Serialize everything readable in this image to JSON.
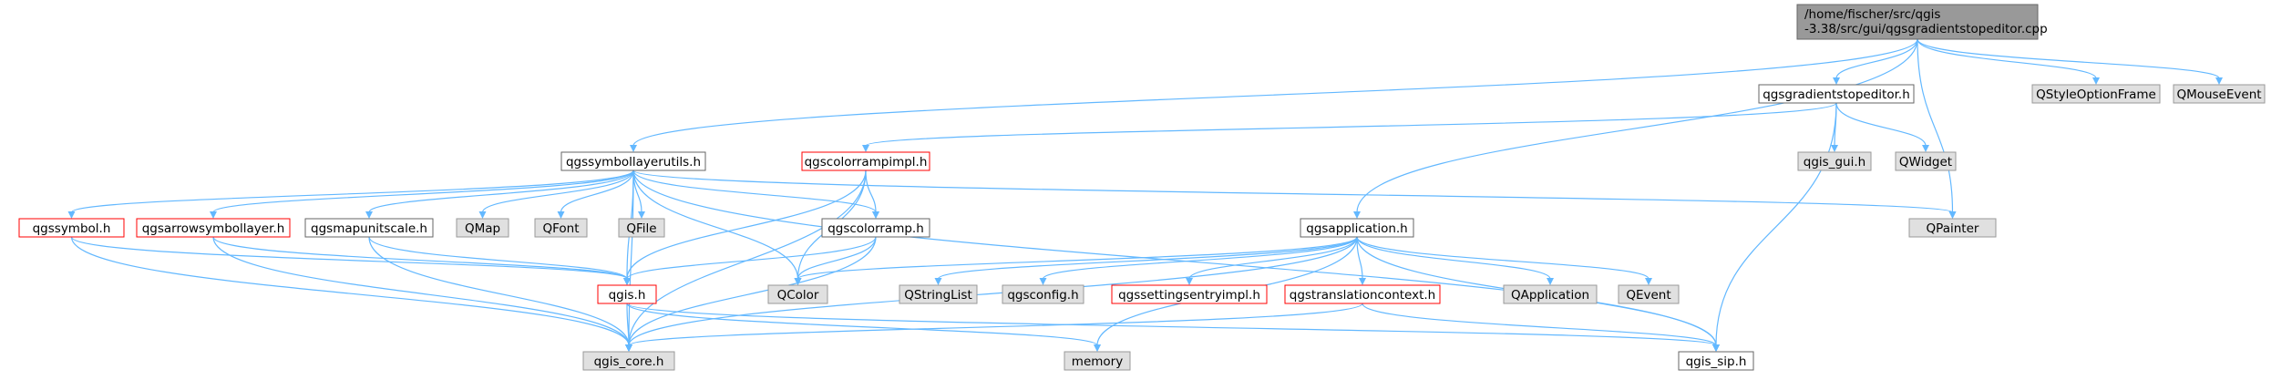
{
  "colors": {
    "edge": "#63b8ff",
    "root_fill": "#999999",
    "root_stroke": "#666666",
    "documented_fill": "#ffffff",
    "documented_stroke": "#666666",
    "external_fill": "#e0e0e0",
    "external_stroke": "#999999",
    "incomplete_fill": "#ffffff",
    "incomplete_stroke": "#ff0000"
  },
  "nodes": [
    {
      "id": "root",
      "label": "/home/fischer/src/qgis\n-3.38/src/gui/qgsgradientstopeditor.cpp",
      "kind": "root"
    },
    {
      "id": "gradientstopeditor_h",
      "label": "qgsgradientstopeditor.h",
      "kind": "documented"
    },
    {
      "id": "qstyleoptionframe",
      "label": "QStyleOptionFrame",
      "kind": "external"
    },
    {
      "id": "qmouseevent",
      "label": "QMouseEvent",
      "kind": "external"
    },
    {
      "id": "symbollayerutils_h",
      "label": "qgssymbollayerutils.h",
      "kind": "documented"
    },
    {
      "id": "colorrampimpl_h",
      "label": "qgscolorrampimpl.h",
      "kind": "incomplete"
    },
    {
      "id": "qgis_gui_h",
      "label": "qgis_gui.h",
      "kind": "external"
    },
    {
      "id": "qwidget",
      "label": "QWidget",
      "kind": "external"
    },
    {
      "id": "qgssymbol_h",
      "label": "qgssymbol.h",
      "kind": "incomplete"
    },
    {
      "id": "arrowsymbollayer_h",
      "label": "qgsarrowsymbollayer.h",
      "kind": "incomplete"
    },
    {
      "id": "mapunitscale_h",
      "label": "qgsmapunitscale.h",
      "kind": "documented"
    },
    {
      "id": "qmap",
      "label": "QMap",
      "kind": "external"
    },
    {
      "id": "qfont",
      "label": "QFont",
      "kind": "external"
    },
    {
      "id": "qfile",
      "label": "QFile",
      "kind": "external"
    },
    {
      "id": "colorramp_h",
      "label": "qgscolorramp.h",
      "kind": "documented"
    },
    {
      "id": "application_h",
      "label": "qgsapplication.h",
      "kind": "documented"
    },
    {
      "id": "qpainter",
      "label": "QPainter",
      "kind": "external"
    },
    {
      "id": "qgis_h",
      "label": "qgis.h",
      "kind": "incomplete"
    },
    {
      "id": "qcolor",
      "label": "QColor",
      "kind": "external"
    },
    {
      "id": "qstringlist",
      "label": "QStringList",
      "kind": "external"
    },
    {
      "id": "qgsconfig_h",
      "label": "qgsconfig.h",
      "kind": "external"
    },
    {
      "id": "settingsentryimpl_h",
      "label": "qgssettingsentryimpl.h",
      "kind": "incomplete"
    },
    {
      "id": "translationcontext_h",
      "label": "qgstranslationcontext.h",
      "kind": "incomplete"
    },
    {
      "id": "qapplication",
      "label": "QApplication",
      "kind": "external"
    },
    {
      "id": "qevent",
      "label": "QEvent",
      "kind": "external"
    },
    {
      "id": "qgis_core_h",
      "label": "qgis_core.h",
      "kind": "external"
    },
    {
      "id": "memory",
      "label": "memory",
      "kind": "external"
    },
    {
      "id": "qgis_sip_h",
      "label": "qgis_sip.h",
      "kind": "documented"
    }
  ],
  "edges": [
    [
      "root",
      "gradientstopeditor_h"
    ],
    [
      "root",
      "qstyleoptionframe"
    ],
    [
      "root",
      "qmouseevent"
    ],
    [
      "root",
      "symbollayerutils_h"
    ],
    [
      "root",
      "application_h"
    ],
    [
      "root",
      "qpainter"
    ],
    [
      "gradientstopeditor_h",
      "colorrampimpl_h"
    ],
    [
      "gradientstopeditor_h",
      "qgis_gui_h"
    ],
    [
      "gradientstopeditor_h",
      "qwidget"
    ],
    [
      "gradientstopeditor_h",
      "qgis_sip_h"
    ],
    [
      "symbollayerutils_h",
      "qgssymbol_h"
    ],
    [
      "symbollayerutils_h",
      "arrowsymbollayer_h"
    ],
    [
      "symbollayerutils_h",
      "mapunitscale_h"
    ],
    [
      "symbollayerutils_h",
      "qmap"
    ],
    [
      "symbollayerutils_h",
      "qfont"
    ],
    [
      "symbollayerutils_h",
      "qfile"
    ],
    [
      "symbollayerutils_h",
      "colorramp_h"
    ],
    [
      "symbollayerutils_h",
      "qgis_h"
    ],
    [
      "symbollayerutils_h",
      "qcolor"
    ],
    [
      "symbollayerutils_h",
      "qpainter"
    ],
    [
      "symbollayerutils_h",
      "qgis_core_h"
    ],
    [
      "symbollayerutils_h",
      "qgis_sip_h"
    ],
    [
      "colorrampimpl_h",
      "colorramp_h"
    ],
    [
      "colorrampimpl_h",
      "qcolor"
    ],
    [
      "colorrampimpl_h",
      "qgis_h"
    ],
    [
      "colorrampimpl_h",
      "qgis_core_h"
    ],
    [
      "qgssymbol_h",
      "qgis_h"
    ],
    [
      "qgssymbol_h",
      "qgis_core_h"
    ],
    [
      "arrowsymbollayer_h",
      "qgis_h"
    ],
    [
      "arrowsymbollayer_h",
      "qgis_core_h"
    ],
    [
      "mapunitscale_h",
      "qgis_h"
    ],
    [
      "mapunitscale_h",
      "qgis_core_h"
    ],
    [
      "colorramp_h",
      "qgis_h"
    ],
    [
      "colorramp_h",
      "qcolor"
    ],
    [
      "colorramp_h",
      "qgis_core_h"
    ],
    [
      "application_h",
      "qcolor"
    ],
    [
      "application_h",
      "qstringlist"
    ],
    [
      "application_h",
      "qgsconfig_h"
    ],
    [
      "application_h",
      "settingsentryimpl_h"
    ],
    [
      "application_h",
      "translationcontext_h"
    ],
    [
      "application_h",
      "qapplication"
    ],
    [
      "application_h",
      "qevent"
    ],
    [
      "application_h",
      "qgis_core_h"
    ],
    [
      "application_h",
      "memory"
    ],
    [
      "application_h",
      "qgis_sip_h"
    ],
    [
      "qgis_h",
      "qgis_core_h"
    ],
    [
      "qgis_h",
      "memory"
    ],
    [
      "qgis_h",
      "qgis_sip_h"
    ],
    [
      "translationcontext_h",
      "qgis_core_h"
    ],
    [
      "translationcontext_h",
      "qgis_sip_h"
    ]
  ]
}
